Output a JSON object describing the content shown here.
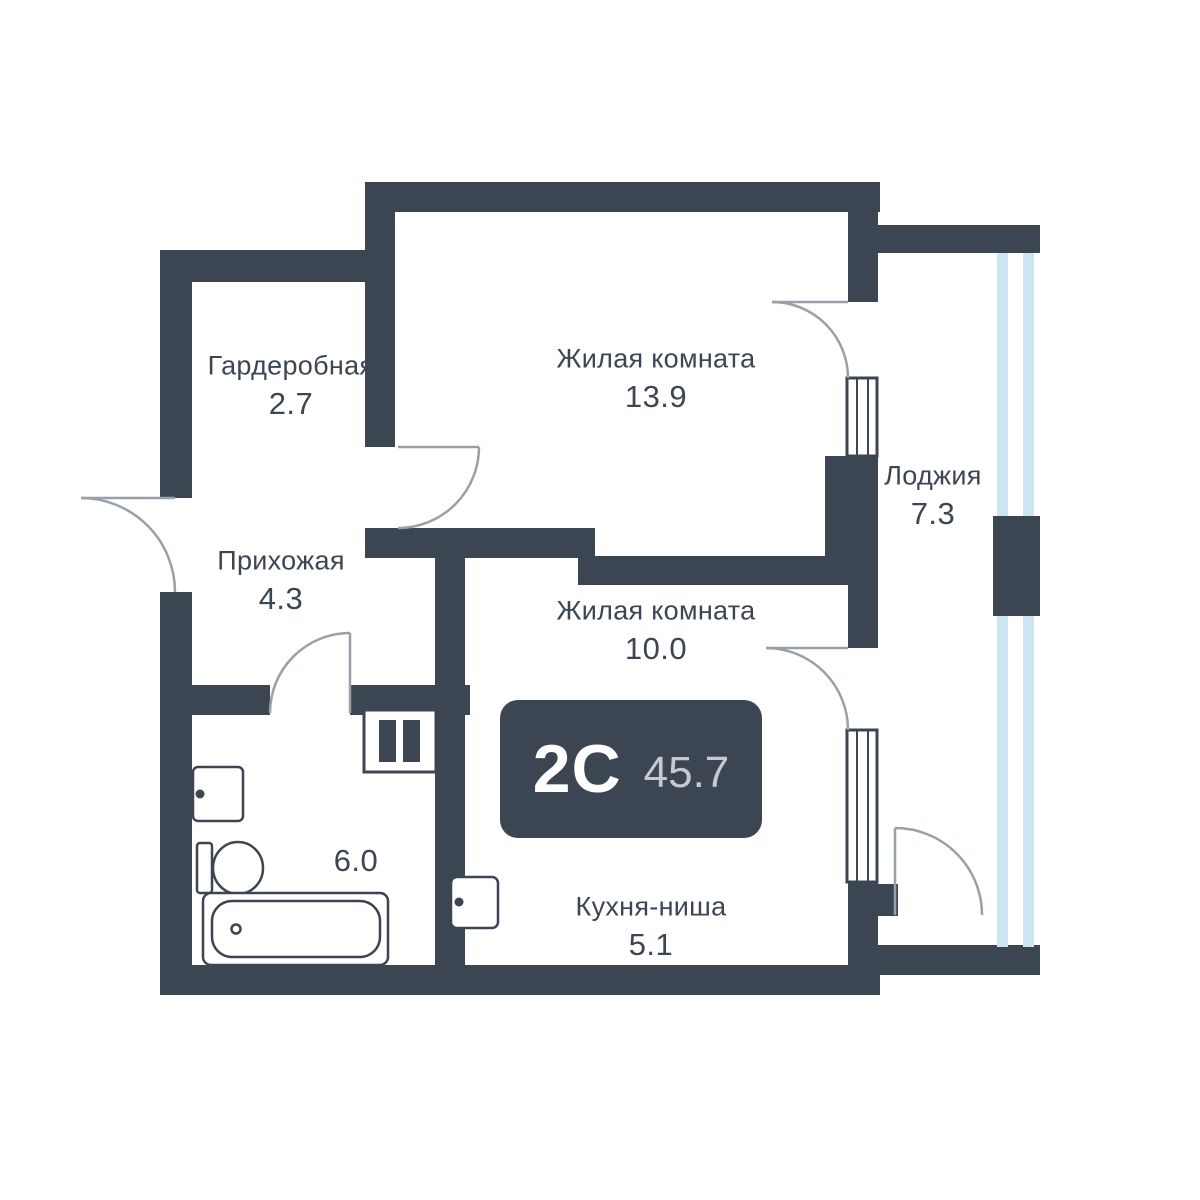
{
  "plan": {
    "badge": {
      "layout_code": "2С",
      "total_area": "45.7"
    },
    "rooms": [
      {
        "name": "Гардеробная",
        "area": "2.7"
      },
      {
        "name": "Жилая комната",
        "area": "13.9"
      },
      {
        "name": "Прихожая",
        "area": "4.3"
      },
      {
        "name": "Жилая комната",
        "area": "10.0"
      },
      {
        "name": "Лоджия",
        "area": "7.3"
      },
      {
        "area": "6.0"
      },
      {
        "name": "Кухня-ниша",
        "area": "5.1"
      }
    ]
  },
  "colors": {
    "background": "#FFFFFF",
    "wall": "#3C4653",
    "label": "#3C4653",
    "door_arc": "#98A0A9",
    "fixture": "#3C4653",
    "glazing": "#CBE6F2",
    "badge_bg": "#3C4653",
    "badge_text": "#FFFFFF",
    "badge_area_text": "#C6CAD0"
  }
}
